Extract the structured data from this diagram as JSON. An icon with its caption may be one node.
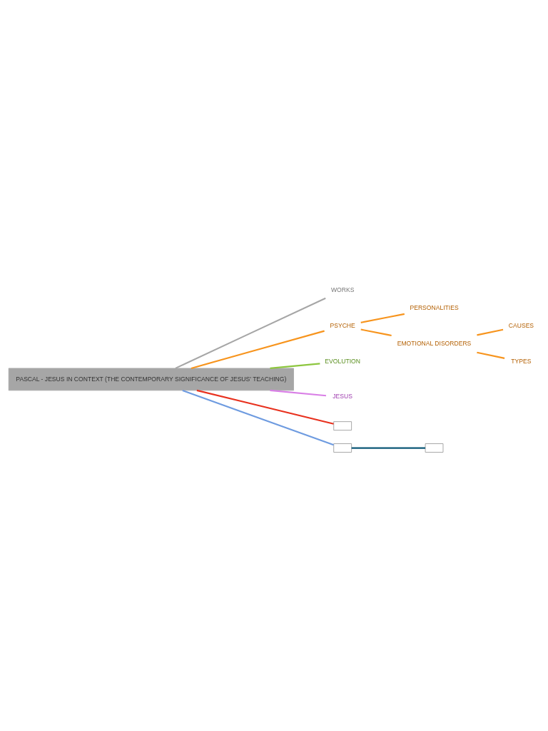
{
  "diagram": {
    "nodes": [
      {
        "text": [
          "PASCAL - JESUS IN CONTEXT (THE CONTEMPORARY SIGNIFICANCE OF JESUS' TEACHING)"
        ]
      },
      {
        "text": [
          "WORKS"
        ]
      },
      {
        "text": [
          "PSYCHE"
        ]
      },
      {
        "text": [
          "PERSONALITIES"
        ]
      },
      {
        "text": [
          "EMOTIONAL DISORDERS"
        ]
      },
      {
        "text": [
          "CAUSES"
        ]
      },
      {
        "text": [
          "TYPES"
        ]
      },
      {
        "text": [
          "EVOLUTION"
        ]
      },
      {
        "text": [
          "JESUS"
        ]
      },
      {
        "text": [],
        "shape": "box"
      },
      {
        "text": [],
        "shape": "box"
      },
      {
        "text": [],
        "shape": "box"
      }
    ],
    "edges": [
      {
        "from": 0,
        "to": 1,
        "arrow": "none",
        "color": "#a6a6a6"
      },
      {
        "from": 0,
        "to": 2,
        "arrow": "none",
        "color": "#f7941d"
      },
      {
        "from": 2,
        "to": 3,
        "arrow": "none",
        "color": "#f7941d"
      },
      {
        "from": 2,
        "to": 4,
        "arrow": "none",
        "color": "#f7941d"
      },
      {
        "from": 4,
        "to": 5,
        "arrow": "none",
        "color": "#f7941d"
      },
      {
        "from": 4,
        "to": 6,
        "arrow": "none",
        "color": "#f7941d"
      },
      {
        "from": 0,
        "to": 7,
        "arrow": "none",
        "color": "#8dc63f"
      },
      {
        "from": 0,
        "to": 8,
        "arrow": "none",
        "color": "#d97fe6"
      },
      {
        "from": 0,
        "to": 9,
        "arrow": "none",
        "color": "#e8311e"
      },
      {
        "from": 0,
        "to": 10,
        "arrow": "none",
        "color": "#6e9be0"
      },
      {
        "from": 10,
        "to": 11,
        "arrow": "none",
        "color": "#0d5877"
      }
    ]
  }
}
